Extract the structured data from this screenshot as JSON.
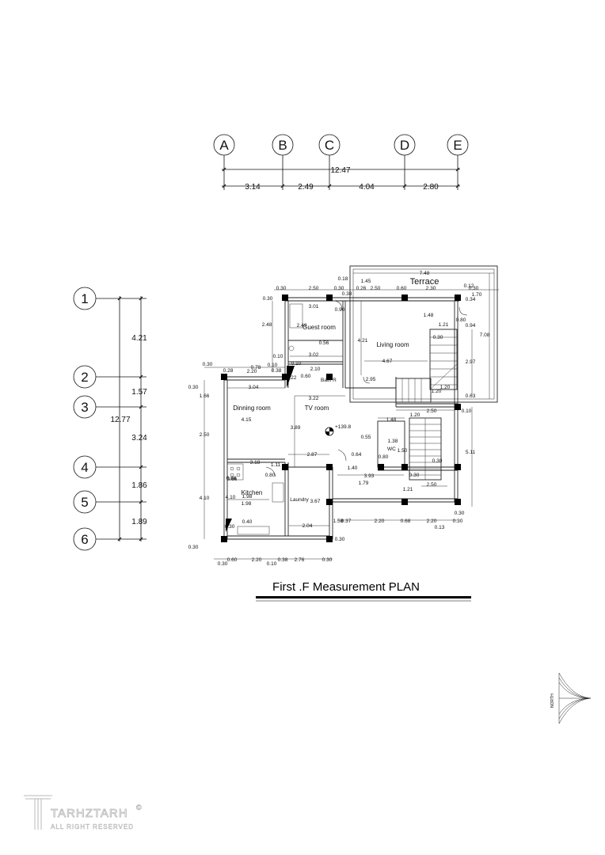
{
  "title": "First .F Measurement PLAN",
  "grid_columns": [
    "A",
    "B",
    "C",
    "D",
    "E"
  ],
  "grid_rows": [
    "1",
    "2",
    "3",
    "4",
    "5",
    "6"
  ],
  "overall_width": "12.47",
  "column_spacings": [
    "3.14",
    "2.49",
    "4.04",
    "2.80"
  ],
  "overall_depth": "12.77",
  "row_spacings": [
    "4.21",
    "1.57",
    "3.24",
    "1.86",
    "1.89"
  ],
  "rooms": {
    "terrace": "Terrace",
    "guest_room": "Guest room",
    "living_room": "Living room",
    "bath": "Bath R",
    "tv_room": "TV  room",
    "dinning_room": "Dinning room",
    "wc": "WC",
    "kitchen": "Kitchen",
    "laundry": "Laundry"
  },
  "level_mark": "+139.8",
  "north": "NORTH",
  "logo": {
    "name": "TARHZTARH",
    "sub": "ALL RIGHT RESERVED",
    "mark": "©"
  },
  "dims": {
    "d1": "7.48",
    "d2": "1.45",
    "d3": "0.18",
    "d4": "0.30",
    "d5": "2.50",
    "d6": "0.30",
    "d7": "0.26",
    "d8": "2.50",
    "d9": "0.60",
    "d10": "2.30",
    "d11": "0.12",
    "d12": "0.30",
    "d13": "1.70",
    "d14": "0.38",
    "d15": "0.30",
    "d16": "3.01",
    "d17": "0.90",
    "d18": "0.34",
    "d19": "1.48",
    "d20": "0.80",
    "d21": "2.48",
    "d22": "1.21",
    "d23": "0.94",
    "d24": "2.49",
    "d25": "7.08",
    "d26": "0.56",
    "d27": "4.21",
    "d28": "0.30",
    "d29": "3.02",
    "d30": "0.10",
    "d31": "0.10",
    "d32": "4.67",
    "d33": "2.97",
    "d34": "0.30",
    "d35": "0.78",
    "d36": "0.38",
    "d37": "2.10",
    "d38": "0.28",
    "d39": "2.20",
    "d40": "0.22",
    "d41": "0.60",
    "d42": "2.95",
    "d43": "0.30",
    "d44": "3.04",
    "d45": "1.20",
    "d46": "0.63",
    "d47": "1.66",
    "d48": "3.22",
    "d49": "1.20",
    "d50": "2.50",
    "d51": "0.10",
    "d52": "4.15",
    "d53": "1.20",
    "d54": "1.48",
    "d55": "2.50",
    "d56": "3.89",
    "d57": "0.55",
    "d58": "1.38",
    "d59": "5.11",
    "d60": "1.50",
    "d61": "2.87",
    "d62": "0.64",
    "d63": "0.80",
    "d64": "3.18",
    "d65": "1.11",
    "d66": "1.40",
    "d67": "0.30",
    "d68": "0.66",
    "d69": "0.80",
    "d70": "3.93",
    "d71": "1.21",
    "d72": "1.79",
    "d73": "2.50",
    "d74": "4.10",
    "d75": "1.98",
    "d76": "3.67",
    "d77": "4.10",
    "d78": "0.30",
    "d79": "0.40",
    "d80": "2.04",
    "d81": "1.58",
    "d82": "0.37",
    "d83": "2.20",
    "d84": "0.68",
    "d85": "2.20",
    "d86": "0.30",
    "d87": "0.13",
    "d88": "0.30",
    "d89": "0.30",
    "d90": "0.60",
    "d91": "2.20",
    "d92": "0.38",
    "d93": "2.76",
    "d94": "0.30",
    "d95": "0.10",
    "d96": "0.30",
    "d97": "1.98",
    "d98": "0.10",
    "d99": "0.30",
    "d100": "0.30",
    "d101": "0.66"
  }
}
